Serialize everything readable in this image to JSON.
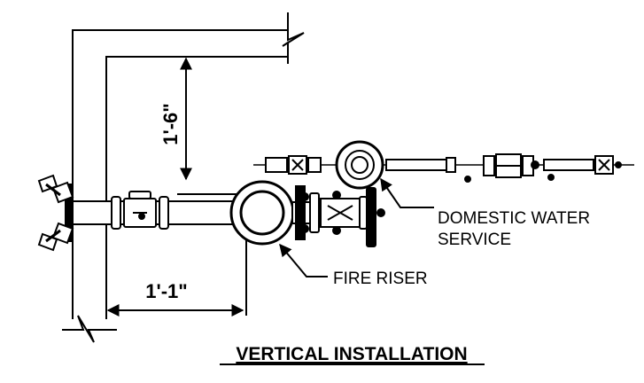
{
  "diagram": {
    "dimensions": {
      "vertical_offset": "1'-6\"",
      "horizontal_offset": "1'-1\""
    },
    "callouts": {
      "domestic_water_line1": "DOMESTIC WATER",
      "domestic_water_line2": "SERVICE",
      "fire_riser": "FIRE RISER"
    },
    "title": "VERTICAL INSTALLATION"
  }
}
